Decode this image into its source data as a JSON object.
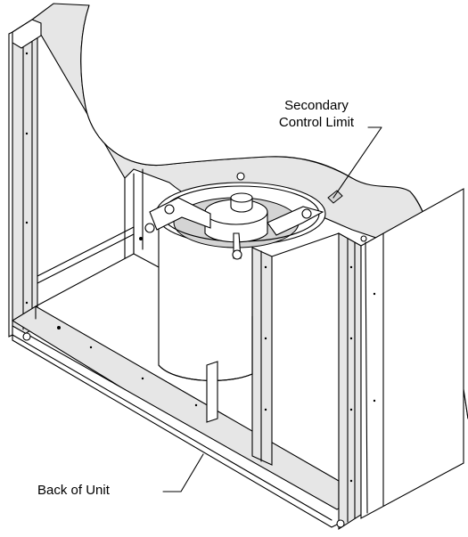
{
  "labels": {
    "secondary_control_limit_line1": "Secondary",
    "secondary_control_limit_line2": "Control Limit",
    "back_of_unit": "Back of Unit"
  },
  "colors": {
    "line": "#000000",
    "panel_fill": "#e6e6e6",
    "background": "#ffffff"
  }
}
